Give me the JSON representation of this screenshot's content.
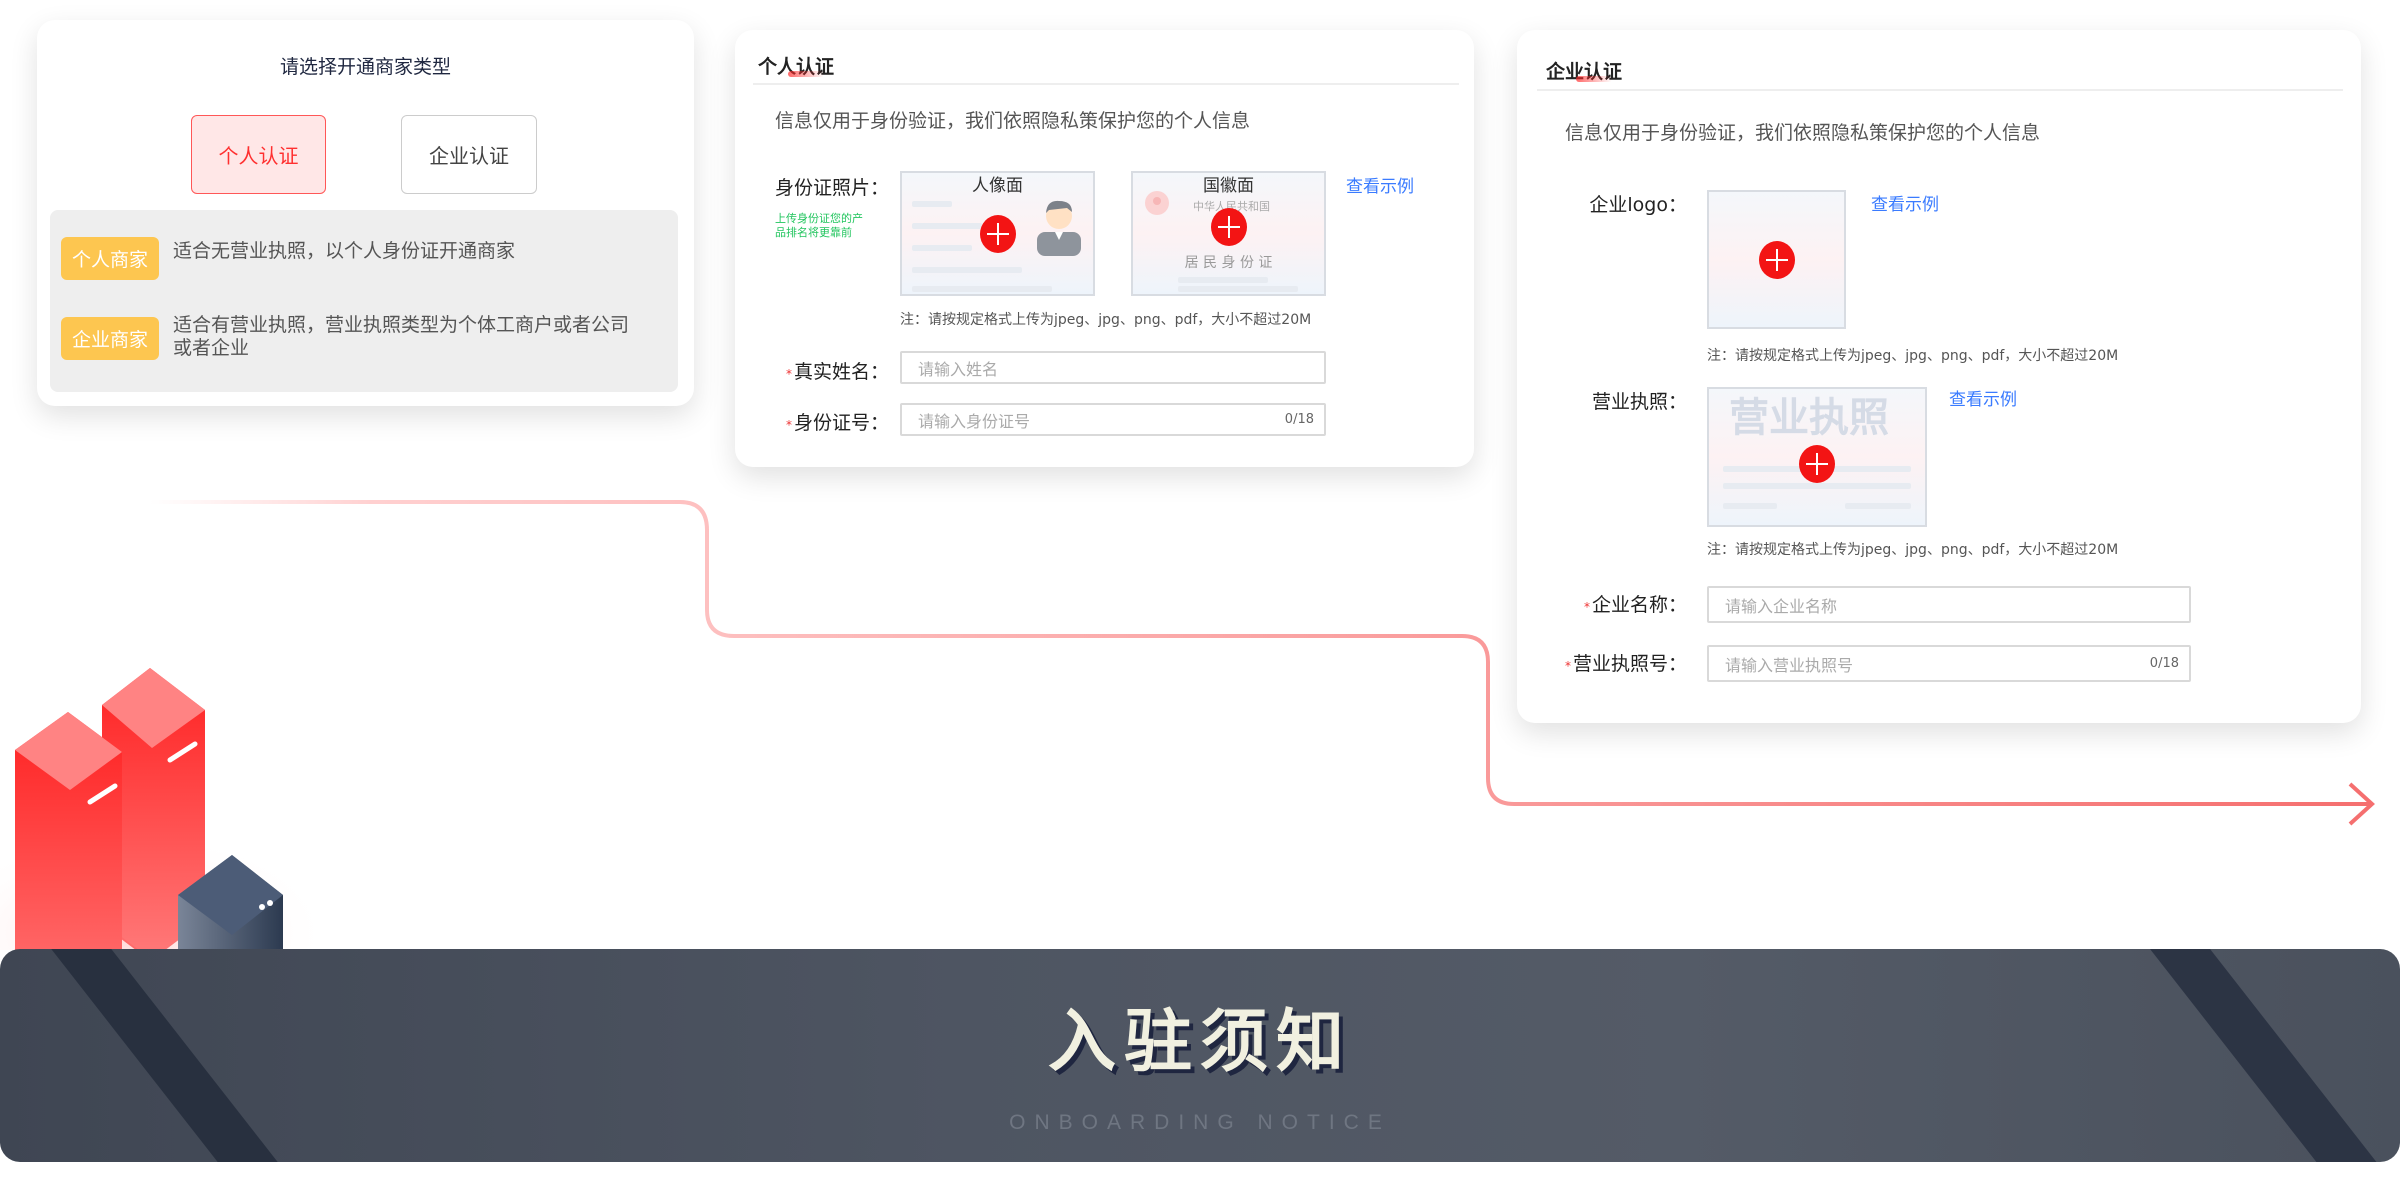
{
  "type_card": {
    "title": "请选择开通商家类型",
    "btn_personal": "个人认证",
    "btn_enterprise": "企业认证",
    "items": [
      {
        "badge": "个人商家",
        "desc": "适合无营业执照，以个人身份证开通商家"
      },
      {
        "badge": "企业商家",
        "desc": "适合有营业执照，营业执照类型为个体工商户或者公司或者企业"
      }
    ]
  },
  "personal": {
    "title": "个人认证",
    "info": "信息仅用于身份验证，我们依照隐私策保护您的个人信息",
    "id_label": "身份证照片：",
    "hint": "上传身份证您的产品排名将更靠前",
    "front": "人像面",
    "back": "国徽面",
    "back_line1": "中华人民共和国",
    "back_line2": "居 民 身 份 证",
    "example": "查看示例",
    "note": "注：请按规定格式上传为jpeg、jpg、png、pdf，大小不超过20M",
    "name_label": "真实姓名：",
    "name_placeholder": "请输入姓名",
    "idno_label": "身份证号：",
    "idno_placeholder": "请输入身份证号",
    "idno_count": "0/18"
  },
  "enterprise": {
    "title": "企业认证",
    "info": "信息仅用于身份验证，我们依照隐私策保护您的个人信息",
    "logo_label": "企业logo：",
    "example": "查看示例",
    "note": "注：请按规定格式上传为jpeg、jpg、png、pdf，大小不超过20M",
    "license_label": "营业执照：",
    "license_watermark": "营业执照",
    "company_label": "企业名称：",
    "company_placeholder": "请输入企业名称",
    "licno_label": "营业执照号：",
    "licno_placeholder": "请输入营业执照号",
    "licno_count": "0/18"
  },
  "banner": {
    "title": "入驻须知",
    "subtitle": "ONBOARDING NOTICE"
  },
  "colors": {
    "accent": "#f31414",
    "badge": "#fdc650",
    "link": "#3a7bff",
    "banner": "#4b525e"
  }
}
